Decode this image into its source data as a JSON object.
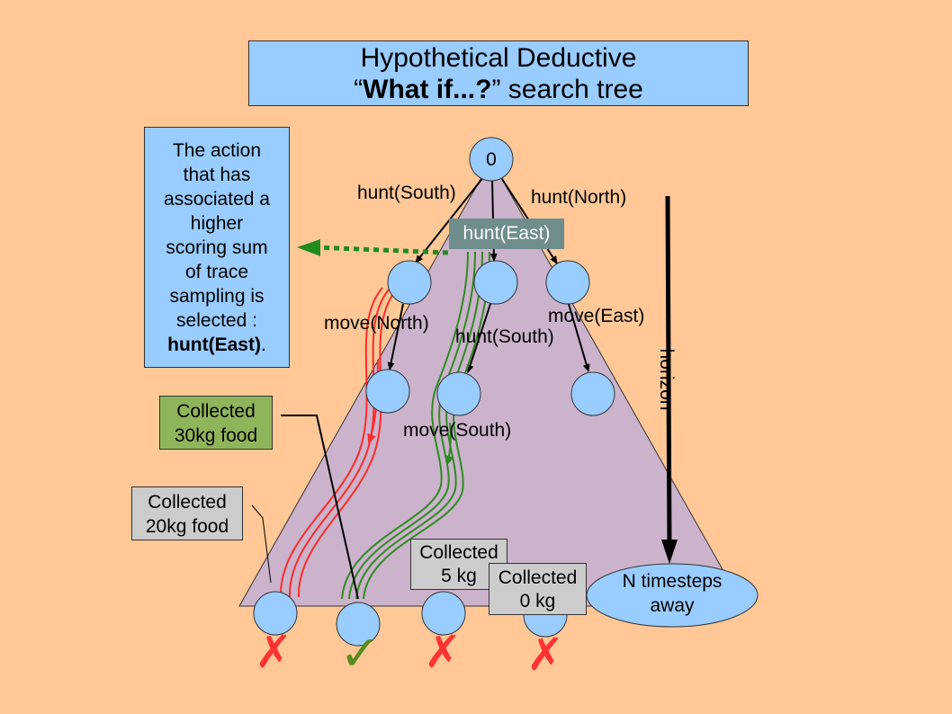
{
  "title": {
    "line1": "Hypothetical Deductive",
    "line2_open_quote": "“",
    "line2_bold": "What if...?",
    "line2_rest": "” search tree"
  },
  "action_note": {
    "lines": [
      "The action",
      "that has",
      "associated a",
      "higher",
      "scoring sum",
      "of trace",
      "sampling is",
      "selected :"
    ],
    "bold": "hunt(East)",
    "after_bold": "."
  },
  "root_label": "0",
  "edge_labels": {
    "hunt_south": "hunt(South)",
    "hunt_north": "hunt(North)",
    "hunt_east": "hunt(East)",
    "move_north": "move(North)",
    "move_east": "move(East)",
    "hunt_south_2": "hunt(South)",
    "move_south": "move(South)"
  },
  "horizon_label": "horizon",
  "horizon_ellipse": {
    "line1": "N timesteps",
    "line2": "away"
  },
  "outcomes": {
    "food30": {
      "line1": "Collected",
      "line2": "30kg food"
    },
    "food20": {
      "line1": "Collected",
      "line2": "20kg food"
    },
    "kg5": {
      "line1": "Collected",
      "line2": "5 kg"
    },
    "kg0": {
      "line1": "Collected",
      "line2": "0 kg"
    }
  },
  "marks": {
    "cross": "✗",
    "check": "✓"
  },
  "colors": {
    "background": "#ffc896",
    "box_blue": "#99ccff",
    "node_blue": "#99ccff",
    "triangle": "#ccb3cc",
    "green_box": "#8fb55a",
    "grey_box": "#cccccc",
    "hunt_east_box": "#6f8d8d",
    "red_trace": "#ff2a2a",
    "green_trace": "#2e8b22",
    "green_arrow": "#1f8c1f",
    "check": "#5a8a1e",
    "cross": "#ff3333"
  }
}
